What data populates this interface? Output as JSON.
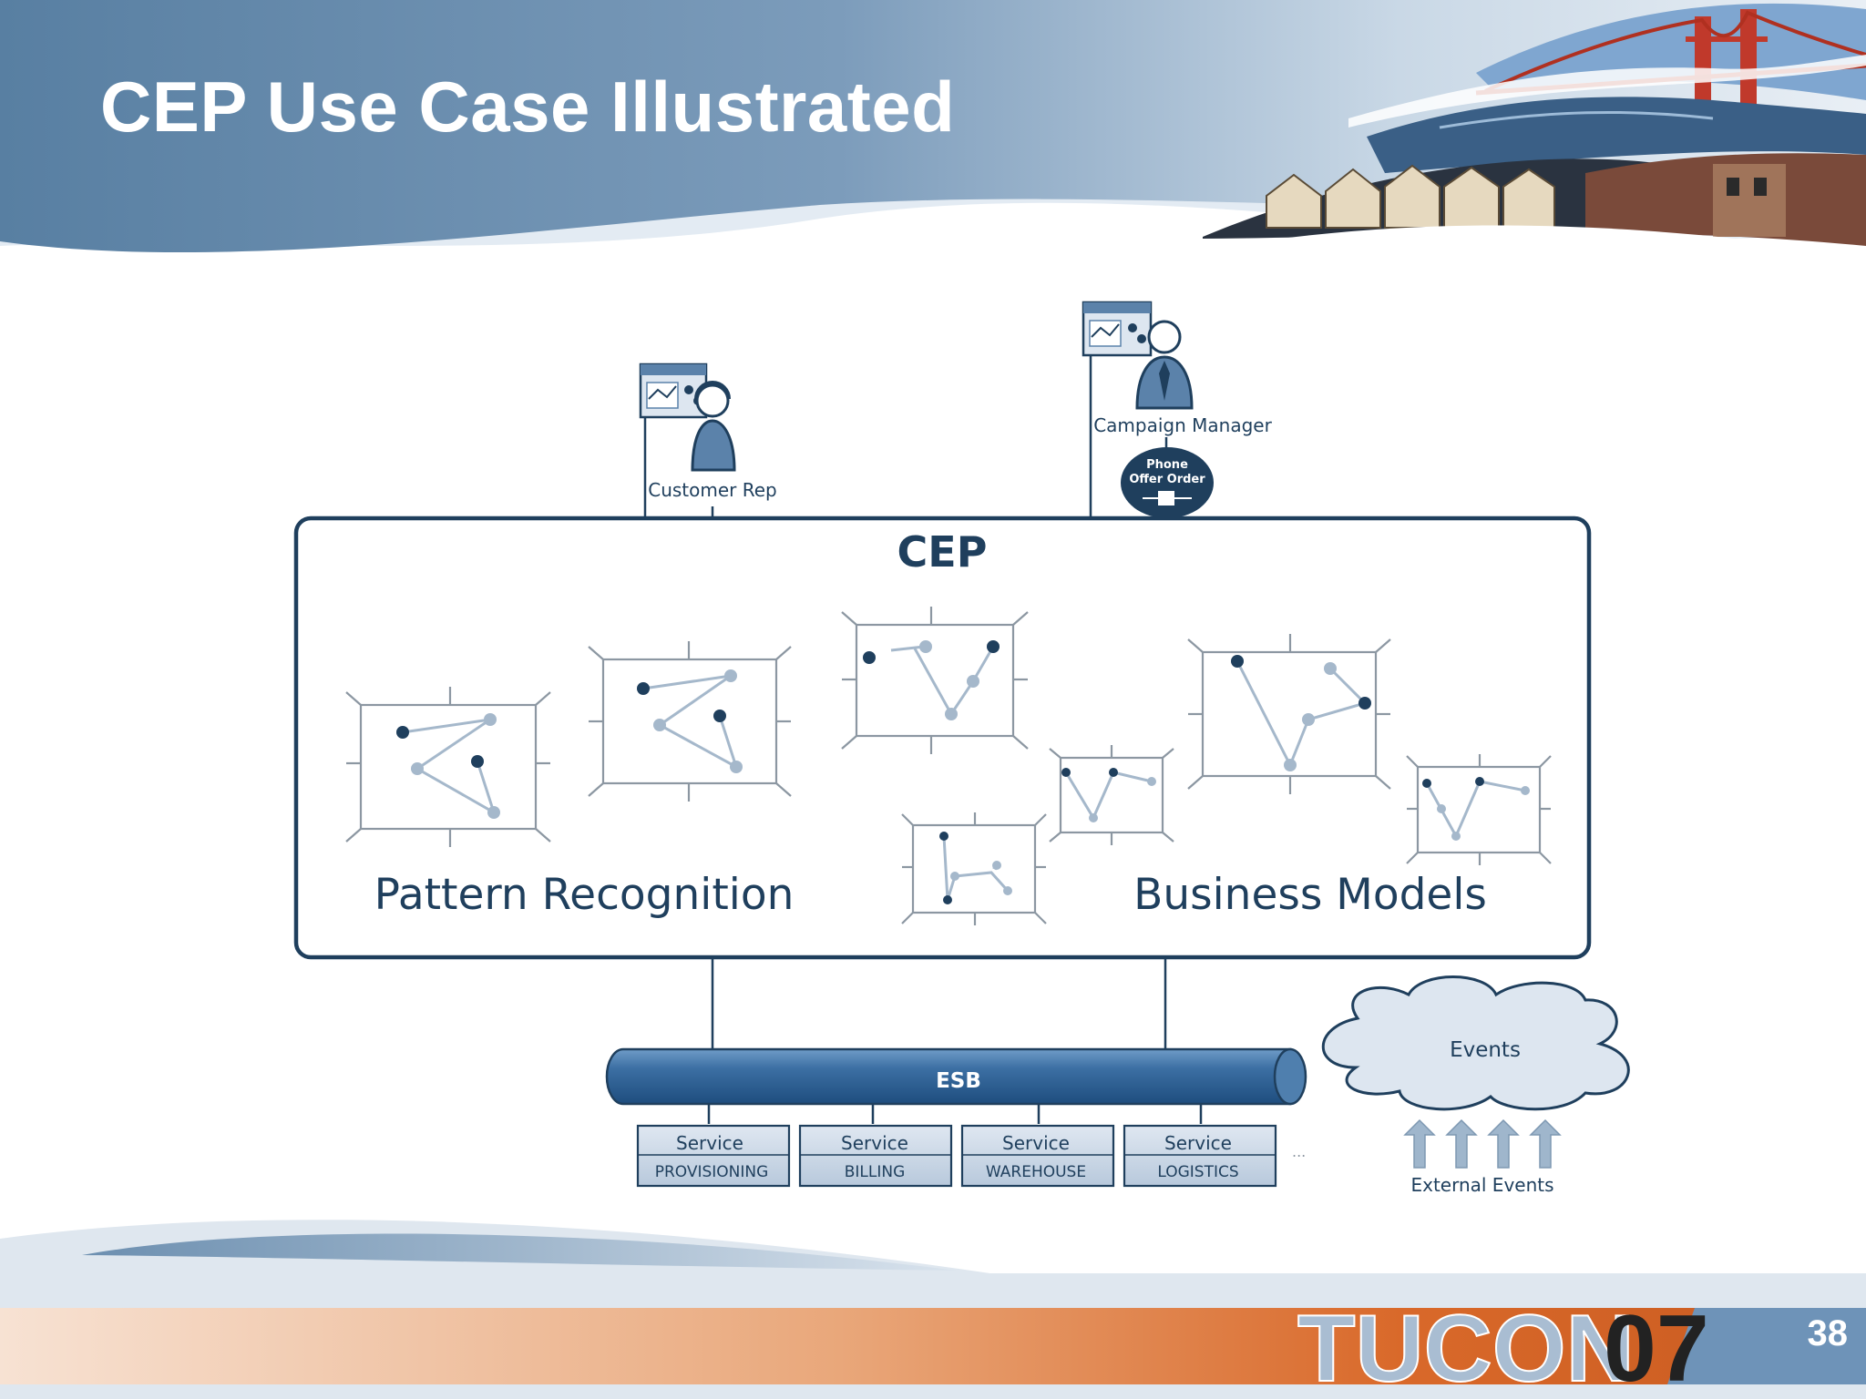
{
  "slide": {
    "title": "CEP Use Case Illustrated",
    "page_number": "38"
  },
  "actors": {
    "customer_rep": "Customer Rep",
    "campaign_manager": "Campaign Manager",
    "offer_badge": {
      "line1": "Phone",
      "line2": "Offer Order"
    }
  },
  "cep": {
    "title": "CEP",
    "pattern_label": "Pattern Recognition",
    "business_label": "Business Models"
  },
  "esb": {
    "label": "ESB"
  },
  "services": [
    {
      "title": "Service",
      "name": "PROVISIONING"
    },
    {
      "title": "Service",
      "name": "BILLING"
    },
    {
      "title": "Service",
      "name": "WAREHOUSE"
    },
    {
      "title": "Service",
      "name": "LOGISTICS"
    }
  ],
  "services_ellipsis": "...",
  "events": {
    "cloud_label": "Events",
    "external_label": "External Events"
  },
  "footer": {
    "logo_text": "TUCON",
    "logo_year": "07"
  },
  "colors": {
    "header_blue": "#5e86a8",
    "diagram_navy": "#1f3f5d",
    "accent_orange": "#d96a2a",
    "light_blue": "#a9bdd2"
  }
}
